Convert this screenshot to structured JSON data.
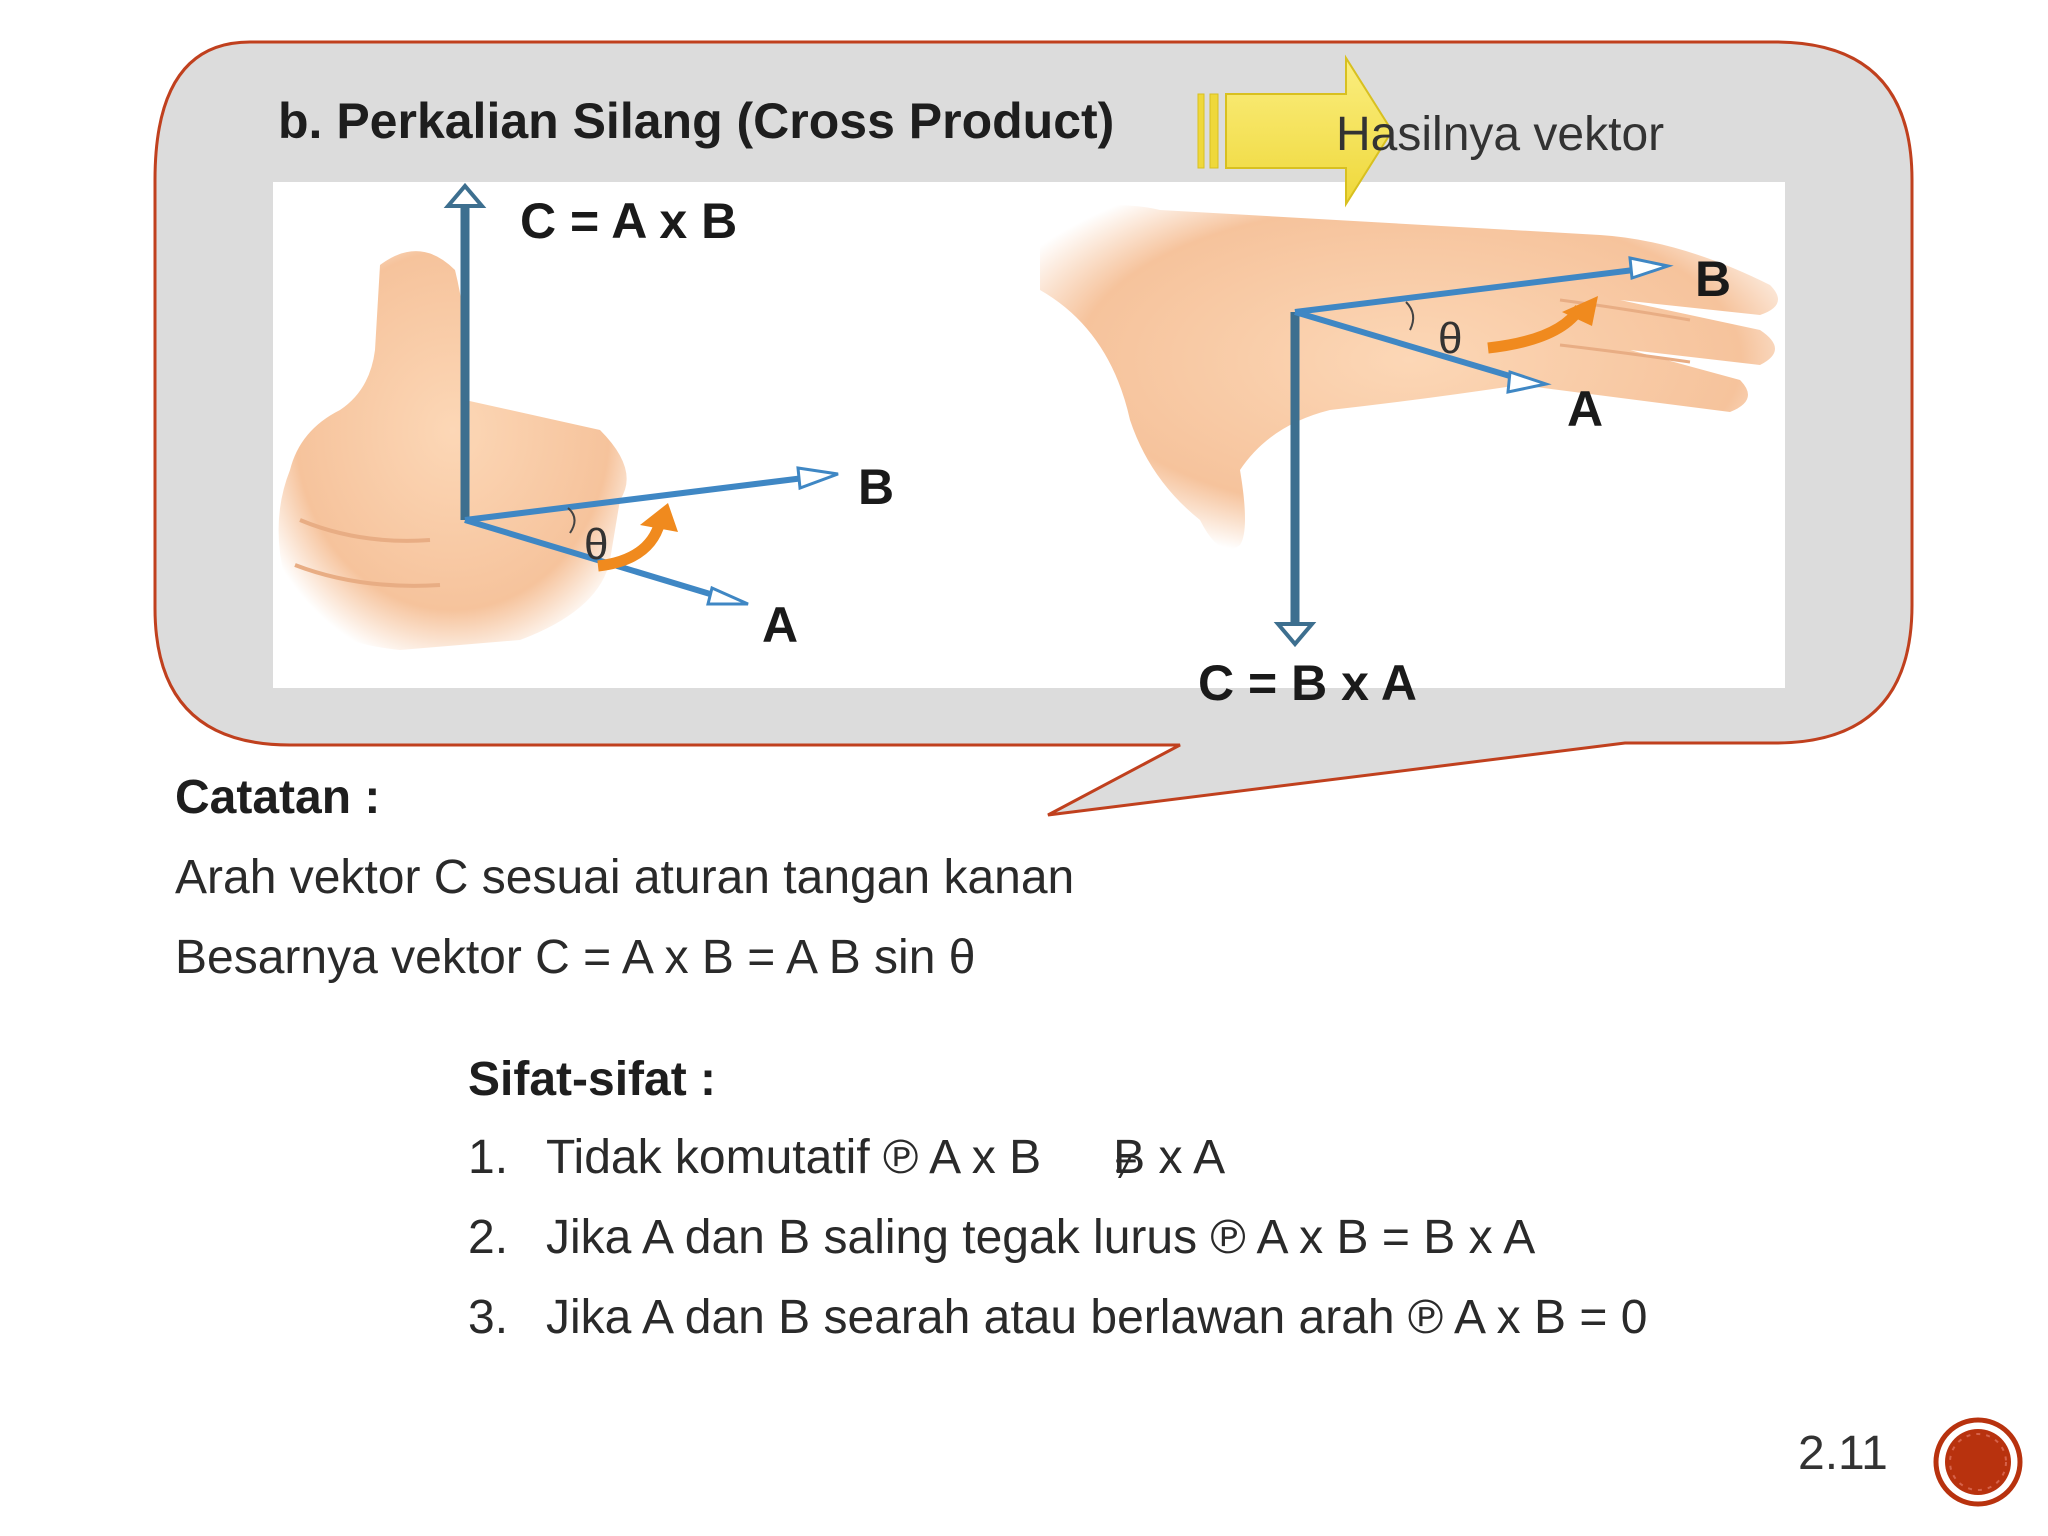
{
  "slide": {
    "title": "b.  Perkalian Silang (Cross Product)",
    "result_label": "Hasilnya vektor",
    "left_diagram": {
      "c_label": "C = A x B",
      "b_label": "B",
      "a_label": "A",
      "theta": "θ"
    },
    "right_diagram": {
      "c_label": "C = B x A",
      "b_label": "B",
      "a_label": "A",
      "theta": "θ"
    },
    "note": {
      "heading": "Catatan :",
      "line1": "Arah vektor C sesuai aturan tangan kanan",
      "line2": "Besarnya vektor C = A x B = A B sin θ"
    },
    "properties": {
      "heading": "Sifat-sifat :",
      "items": [
        {
          "num": "1.",
          "text_a": "Tidak komutatif ℗ A x B",
          "text_b": "B x A",
          "ne_mark": "≠"
        },
        {
          "num": "2.",
          "text": "Jika A dan B saling tegak lurus ℗ A x B = B x A"
        },
        {
          "num": "3.",
          "text": "Jika A dan B searah atau berlawan arah ℗ A x B = 0"
        }
      ]
    },
    "page_number": "2.11",
    "colors": {
      "callout_fill": "#dcdcdc",
      "callout_border": "#c0401e",
      "vector_blue": "#3f87c4",
      "vector_c": "#3d6f8f",
      "arc_orange": "#f08a1e",
      "skin": "#f8c9a3",
      "arrow_yellow": "#f6e55a",
      "badge_red": "#b8320e"
    }
  }
}
